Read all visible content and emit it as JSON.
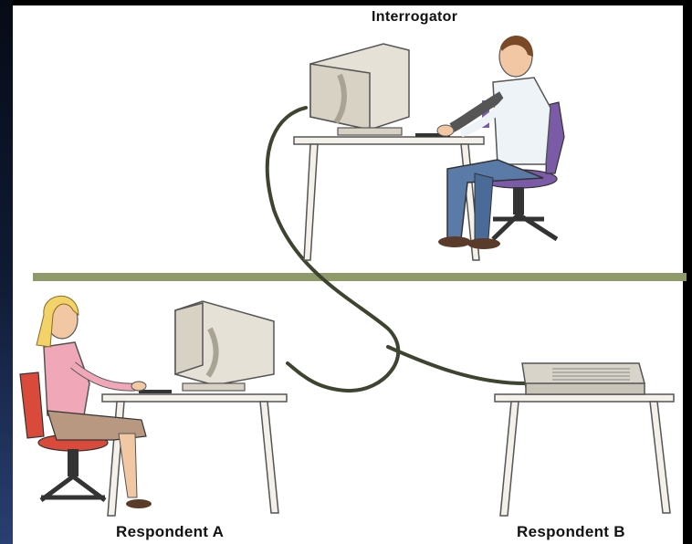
{
  "labels": {
    "interrogator": "Interrogator",
    "respondent_a": "Respondent A",
    "respondent_b": "Respondent B"
  },
  "colors": {
    "divider": "#8f9a6a",
    "cable": "#3d4530",
    "frame": "#1b2a52",
    "monitor": "#e6e1d6",
    "woman_top": "#f0a8b8",
    "woman_chair": "#d94a3a",
    "man_chair": "#7b5aa8",
    "man_pants": "#5a7aa8"
  },
  "icons": {
    "interrogator_station": "computer-terminal-icon",
    "respondent_a_station": "computer-terminal-icon",
    "respondent_b_station": "printer-machine-icon"
  }
}
